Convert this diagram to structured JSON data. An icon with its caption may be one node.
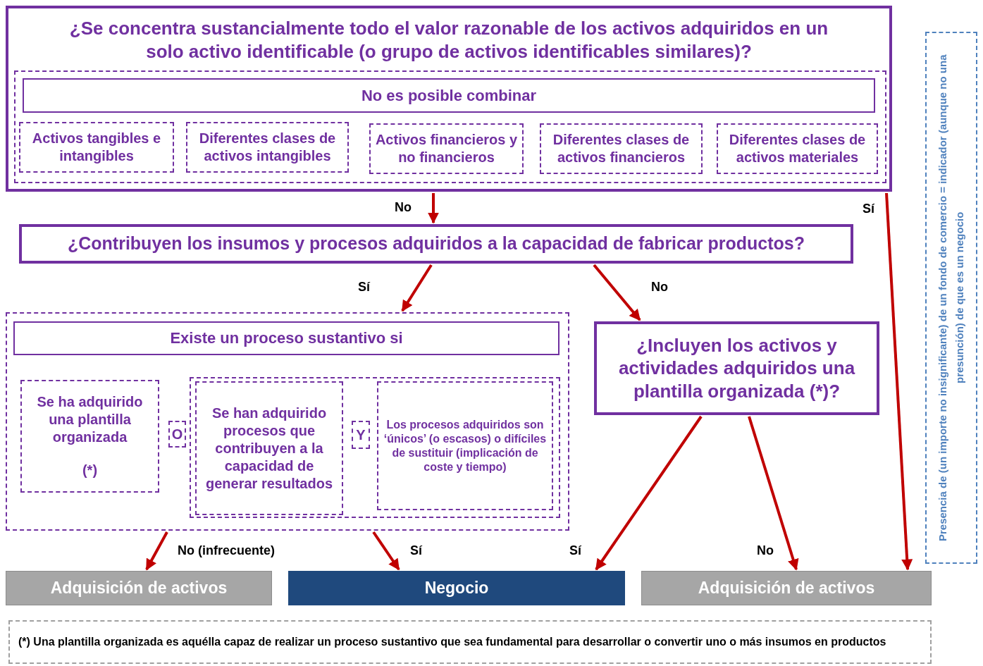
{
  "diagram": {
    "nodes": [
      {
        "text": [
          "¿Se concentra sustancialmente todo el valor razonable de los activos adquiridos en un solo activo identificable (o grupo de activos identificables similares)?"
        ]
      },
      {
        "text": [],
        "shape": "box",
        "in": 0
      },
      {
        "text": [
          "No es posible combinar"
        ],
        "in": 1
      },
      {
        "text": [
          "Activos tangibles e intangibles"
        ],
        "in": 1
      },
      {
        "text": [
          "Diferentes clases de activos intangibles"
        ],
        "in": 1
      },
      {
        "text": [
          "Activos financieros y no financieros"
        ],
        "in": 1
      },
      {
        "text": [
          "Diferentes clases de activos financieros"
        ],
        "in": 1
      },
      {
        "text": [
          "Diferentes clases de activos materiales"
        ],
        "in": 1
      },
      {
        "text": [
          "¿Contribuyen los insumos y procesos adquiridos a la capacidad de fabricar productos?"
        ]
      },
      {
        "text": [],
        "shape": "box"
      },
      {
        "text": [
          "Existe un proceso sustantivo si"
        ],
        "in": 9
      },
      {
        "text": [
          "Se ha adquirido una plantilla organizada",
          "(*)"
        ],
        "in": 9
      },
      {
        "text": [
          "O"
        ],
        "in": 9
      },
      {
        "text": [],
        "shape": "box",
        "in": 9
      },
      {
        "text": [
          "Se han adquirido procesos que contribuyen a la capacidad de generar resultados"
        ],
        "in": 13
      },
      {
        "text": [
          "Y"
        ],
        "in": 13
      },
      {
        "text": [
          "Los procesos adquiridos son ‘únicos’ (o escasos) o difíciles de sustituir (implicación de coste y tiempo)"
        ],
        "in": 13
      },
      {
        "text": [
          "¿Incluyen los activos y actividades adquiridos una plantilla organizada (*)?"
        ]
      },
      {
        "text": [
          "Adquisición de activos"
        ]
      },
      {
        "text": [
          "Negocio"
        ]
      },
      {
        "text": [
          "Adquisición de activos"
        ]
      },
      {
        "text": [
          "Presencia de (un importe no insignificante) de un fondo de comercio = indicador (aunque no una presunción) de que es un negocio"
        ]
      },
      {
        "text": [
          "(*) Una plantilla organizada es aquélla capaz de realizar un proceso sustantivo que sea fundamental para desarrollar o convertir uno o más insumos en productos"
        ]
      }
    ],
    "edges": [
      {
        "from": 0,
        "to": 8,
        "arrow": "to",
        "label": "No"
      },
      {
        "from": 0,
        "to": 20,
        "arrow": "to",
        "label": "Sí"
      },
      {
        "from": 8,
        "to": 9,
        "arrow": "to",
        "label": "Sí"
      },
      {
        "from": 8,
        "to": 17,
        "arrow": "to",
        "label": "No"
      },
      {
        "from": 9,
        "to": 18,
        "arrow": "to",
        "label": "No (infrecuente)"
      },
      {
        "from": 9,
        "to": 19,
        "arrow": "to",
        "label": "Sí"
      },
      {
        "from": 17,
        "to": 19,
        "arrow": "to",
        "label": "Sí"
      },
      {
        "from": 17,
        "to": 20,
        "arrow": "to",
        "label": "No"
      }
    ]
  }
}
